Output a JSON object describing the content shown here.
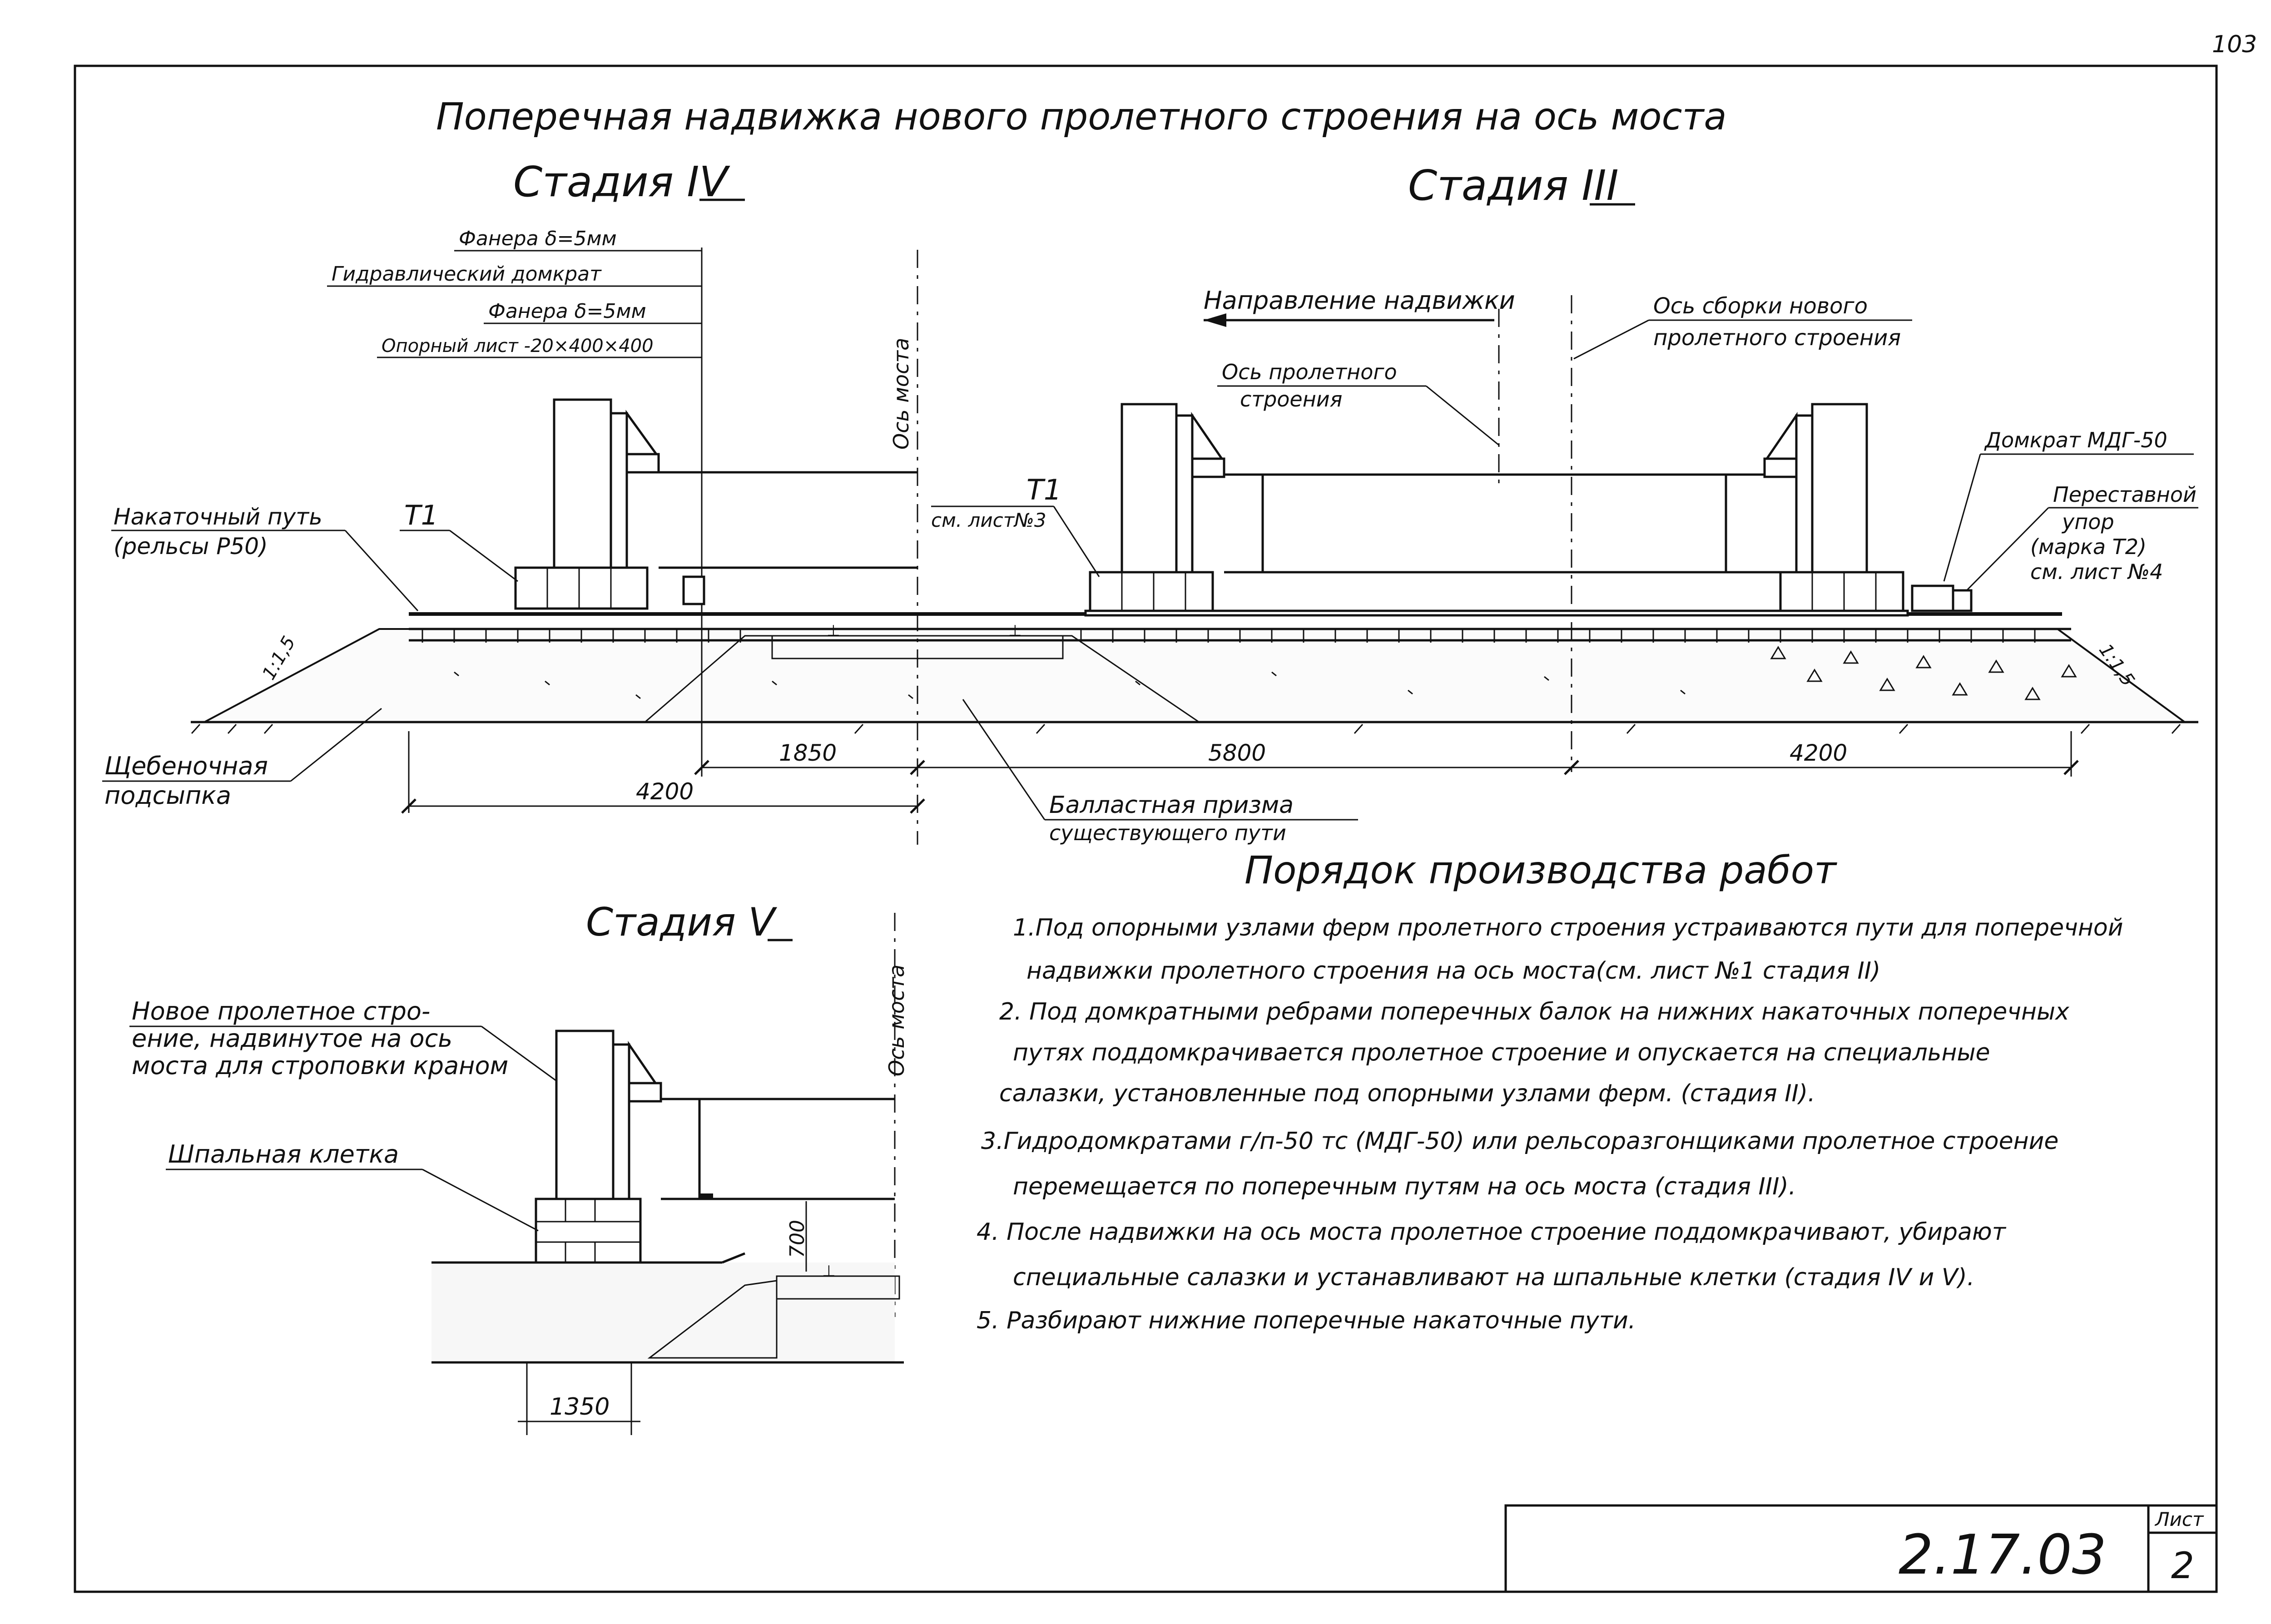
{
  "page_number": "103",
  "title": "Поперечная надвижка нового пролетного строения на ось моста",
  "stage_iv": {
    "title": "Стадия IV",
    "labels": {
      "plywood_top": "Фанера δ=5мм",
      "hydraulic_jack": "Гидравлический домкрат",
      "plywood_bottom": "Фанера δ=5мм",
      "bearing_plate": "Опорный лист -20×400×400",
      "bridge_axis": "Ось моста",
      "rolling_track_1": "Накаточный путь",
      "rolling_track_2": "(рельсы Р50)",
      "t1": "Т1",
      "slope": "1:1,5"
    }
  },
  "stage_iii": {
    "title": "Стадия III",
    "labels": {
      "direction": "Направление надвижки",
      "assembly_axis_1": "Ось сборки нового",
      "assembly_axis_2": "пролетного строения",
      "span_axis_1": "Ось пролетного",
      "span_axis_2": "строения",
      "t1": "Т1",
      "t1_ref": "см. лист№3",
      "jack": "Домкрат МДГ-50",
      "stop_1": "Переставной",
      "stop_2": "упор",
      "stop_3": "(марка Т2)",
      "stop_4": "см. лист №4",
      "slope": "1:1,5"
    }
  },
  "embankment": {
    "gravel_1": "Щебеночная",
    "gravel_2": "подсыпка",
    "ballast_1": "Балластная призма",
    "ballast_2": "существующего пути"
  },
  "dimensions": {
    "d1850": "1850",
    "d5800": "5800",
    "d4200_right": "4200",
    "d4200_left": "4200"
  },
  "stage_v": {
    "title": "Стадия V",
    "labels": {
      "new_span_1": "Новое пролетное стро-",
      "new_span_2": "ение, надвинутое на ось",
      "new_span_3": "моста для строповки краном",
      "sleeper_crib": "Шпальная клетка",
      "bridge_axis": "Ось моста",
      "dim_700": "700",
      "dim_1350": "1350"
    }
  },
  "procedure": {
    "title": "Порядок производства работ",
    "lines": [
      "1.Под опорными узлами ферм пролетного строения устраиваются пути для поперечной",
      "надвижки пролетного строения на ось моста(см. лист №1 стадия II)",
      "2. Под домкратными ребрами поперечных балок на нижних накаточных поперечных",
      "путях поддомкрачивается пролетное строение и опускается на специальные",
      "салазки, установленные под опорными узлами ферм. (стадия II).",
      "3.Гидродомкратами г/п-50 тс (МДГ-50) или рельсоразгонщиками пролетное строение",
      "перемещается по поперечным путям на ось моста (стадия III).",
      "4. После надвижки на ось моста пролетное строение поддомкрачивают, убирают",
      "специальные салазки и устанавливают на шпальные клетки (стадия IV и V).",
      "5. Разбирают нижние поперечные накаточные пути."
    ]
  },
  "title_block": {
    "code": "2.17.03",
    "sheet_label": "Лист",
    "sheet_number": "2"
  }
}
